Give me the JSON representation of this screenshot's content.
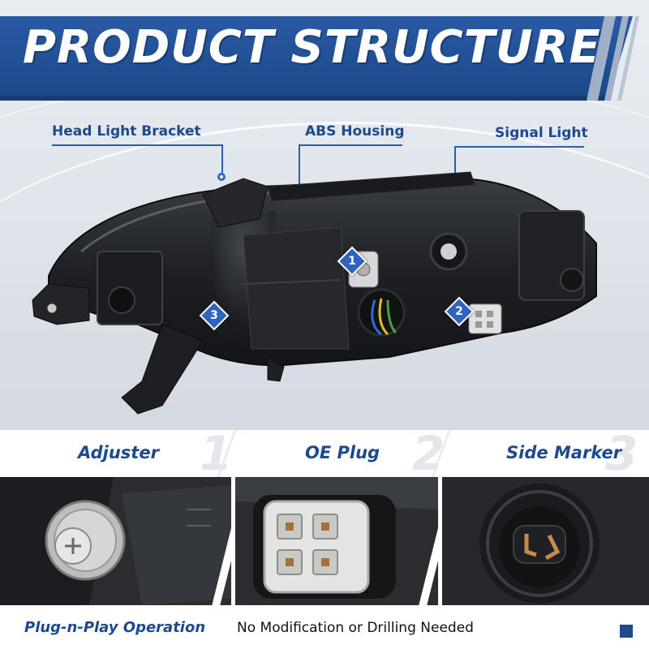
{
  "banner": {
    "title": "PRODUCT STRUCTURE"
  },
  "callouts": {
    "bracket": "Head Light Bracket",
    "housing": "ABS Housing",
    "signal": "Signal Light"
  },
  "badges": {
    "one": "1",
    "two": "2",
    "three": "3"
  },
  "features": [
    {
      "label": "Adjuster",
      "number": "1"
    },
    {
      "label": "OE Plug",
      "number": "2"
    },
    {
      "label": "Side Marker",
      "number": "3"
    }
  ],
  "footer": {
    "strong": "Plug-n-Play Operation",
    "normal": "No Modification or Drilling Needed"
  },
  "colors": {
    "brand_blue": "#1d4a8c",
    "banner_blue": "#2a5aa4",
    "badge_blue": "#2e64c0"
  }
}
